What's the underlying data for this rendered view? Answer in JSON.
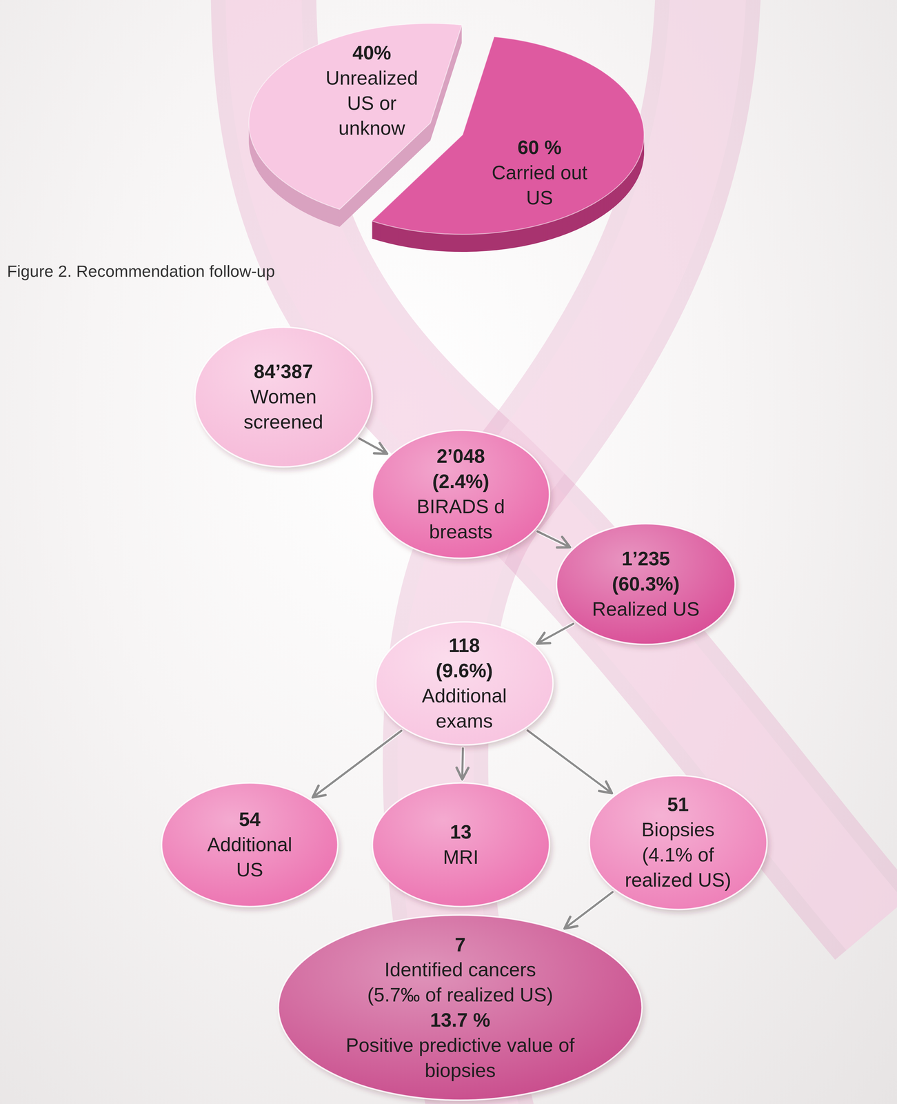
{
  "diagram": {
    "caption": "Figure 2. Recommendation follow-up",
    "nodes": [
      {
        "text": [
          "40%",
          "Unrealized US or unknow"
        ]
      },
      {
        "text": [
          "60 %",
          "Carried out US"
        ]
      },
      {
        "text": [
          "84’387",
          "Women screened"
        ]
      },
      {
        "text": [
          "2’048",
          "(2.4%)",
          "BIRADS d breasts"
        ]
      },
      {
        "text": [
          "1’235",
          "(60.3%)",
          "Realized US"
        ]
      },
      {
        "text": [
          "118",
          "(9.6%)",
          "Additional exams"
        ]
      },
      {
        "text": [
          "54",
          "Additional US"
        ]
      },
      {
        "text": [
          "13",
          "MRI"
        ]
      },
      {
        "text": [
          "51",
          "Biopsies (4.1% of realized US)"
        ]
      },
      {
        "text": [
          "7",
          "Identified cancers (5.7‰ of realized US)",
          "13.7 %",
          "Positive predictive value of biopsies"
        ]
      }
    ],
    "edges": [
      {
        "from": 2,
        "to": 3,
        "arrow": "to"
      },
      {
        "from": 3,
        "to": 4,
        "arrow": "to"
      },
      {
        "from": 4,
        "to": 5,
        "arrow": "to"
      },
      {
        "from": 5,
        "to": 6,
        "arrow": "to"
      },
      {
        "from": 5,
        "to": 7,
        "arrow": "to"
      },
      {
        "from": 5,
        "to": 8,
        "arrow": "to"
      },
      {
        "from": 8,
        "to": 9,
        "arrow": "to"
      }
    ]
  }
}
